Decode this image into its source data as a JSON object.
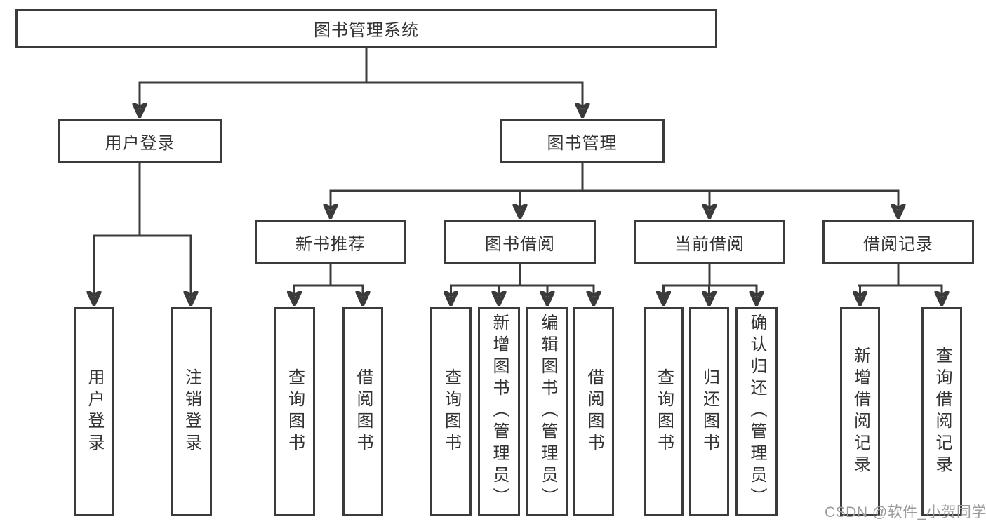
{
  "diagram_title": "图书管理系统",
  "colors": {
    "line": "#3b3b3b",
    "text": "#333333",
    "box_background": "#ffffff",
    "watermark": "#9b9b9b"
  },
  "tree": {
    "root": {
      "label": "图书管理系统",
      "children": [
        {
          "label": "用户登录",
          "children": [
            {
              "label": "用户登录"
            },
            {
              "label": "注销登录"
            }
          ]
        },
        {
          "label": "图书管理",
          "children": [
            {
              "label": "新书推荐",
              "children": [
                {
                  "label": "查询图书"
                },
                {
                  "label": "借阅图书"
                }
              ]
            },
            {
              "label": "图书借阅",
              "children": [
                {
                  "label": "查询图书"
                },
                {
                  "label": "新增图书（管理员）"
                },
                {
                  "label": "编辑图书（管理员）"
                },
                {
                  "label": "借阅图书"
                }
              ]
            },
            {
              "label": "当前借阅",
              "children": [
                {
                  "label": "查询图书"
                },
                {
                  "label": "归还图书"
                },
                {
                  "label": "确认归还（管理员）"
                }
              ]
            },
            {
              "label": "借阅记录",
              "children": [
                {
                  "label": "新增借阅记录"
                },
                {
                  "label": "查询借阅记录"
                }
              ]
            }
          ]
        }
      ]
    }
  },
  "watermark": {
    "text": "CSDN @软件_小贺同学"
  }
}
